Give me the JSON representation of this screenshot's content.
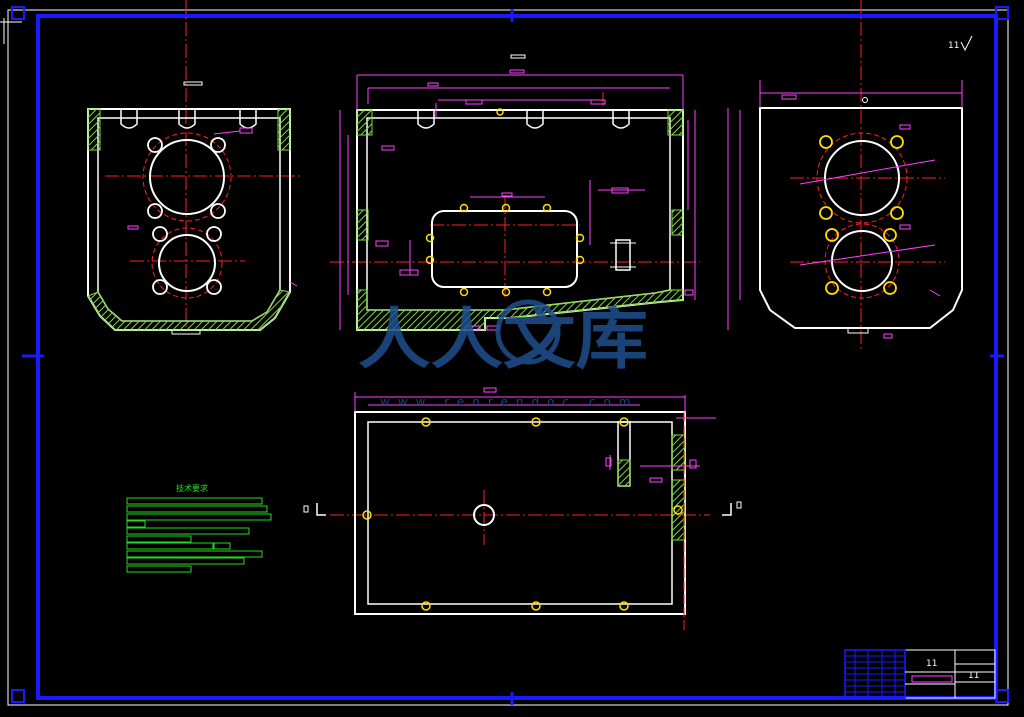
{
  "notes": {
    "title": "技术要求"
  },
  "roughness_symbol": {
    "label": "11"
  },
  "title_block": {
    "label_top": "11",
    "label_right": "11"
  },
  "watermark": {
    "text": "人人文库",
    "url": "www.renrendoc.com"
  },
  "colors": {
    "background": "#000000",
    "border": "#1a1aff",
    "outline": "#ffffff",
    "centerline": "#ff2020",
    "dimension": "#ff40ff",
    "hatch": "#7fdc3c",
    "hole": "#ffdd00",
    "notes": "#22dd22",
    "watermark": "#1f4f8f"
  }
}
